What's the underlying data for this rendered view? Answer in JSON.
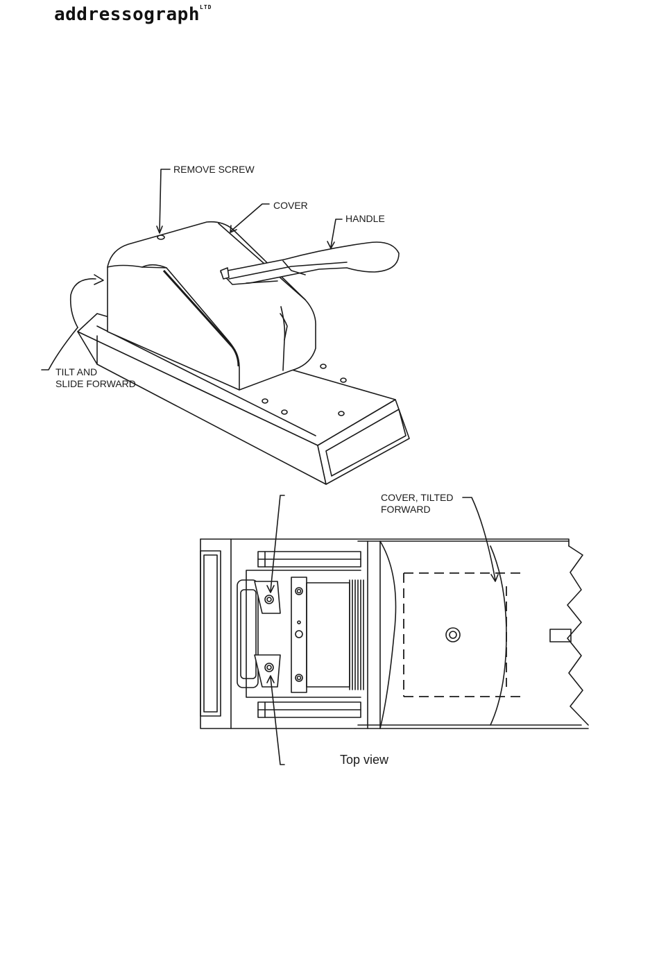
{
  "header": {
    "brand": "addressograph",
    "brand_suffix": "LTD"
  },
  "callouts": {
    "remove_screw": "REMOVE SCREW",
    "cover": "COVER",
    "handle": "HANDLE",
    "tilt_line1": "TILT AND",
    "tilt_line2": "SLIDE FORWARD",
    "cover_tilted_line1": "COVER, TILTED",
    "cover_tilted_line2": "FORWARD"
  },
  "top_view_caption": "Top view"
}
